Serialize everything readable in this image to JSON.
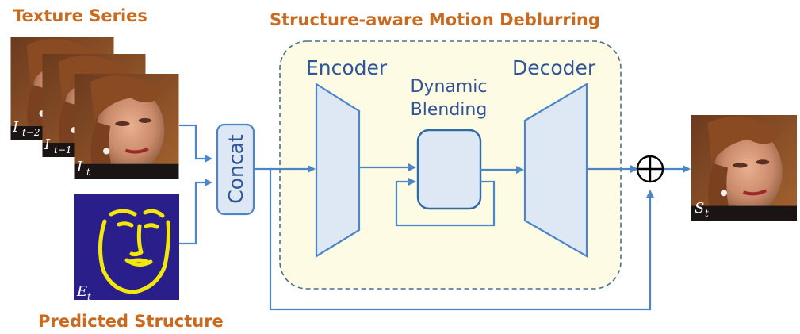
{
  "labels": {
    "texture_series": "Texture Series",
    "structure_aware": "Structure-aware Motion Deblurring",
    "predicted_structure": "Predicted Structure",
    "concat": "Concat",
    "encoder": "Encoder",
    "dynamic_line1": "Dynamic",
    "dynamic_line2": "Blending",
    "decoder": "Decoder",
    "plus": "⊕"
  },
  "frames": [
    {
      "base": "I",
      "sub": "t−2"
    },
    {
      "base": "I",
      "sub": "t−1"
    },
    {
      "base": "I",
      "sub": "t"
    }
  ],
  "structure_map": {
    "base": "E",
    "sub": "t"
  },
  "output": {
    "base": "S",
    "sub": "t"
  },
  "colors": {
    "orange": "#c86a1f",
    "blue_stroke": "#4a86c8",
    "blue_fill": "#dde8f4",
    "panel_fill": "#fdfbe3",
    "panel_border": "#4d6f8a",
    "structure_bg": "#2a1f8a",
    "structure_line": "#f2e70a"
  },
  "icons": [
    "face-photo",
    "face-sketch"
  ]
}
